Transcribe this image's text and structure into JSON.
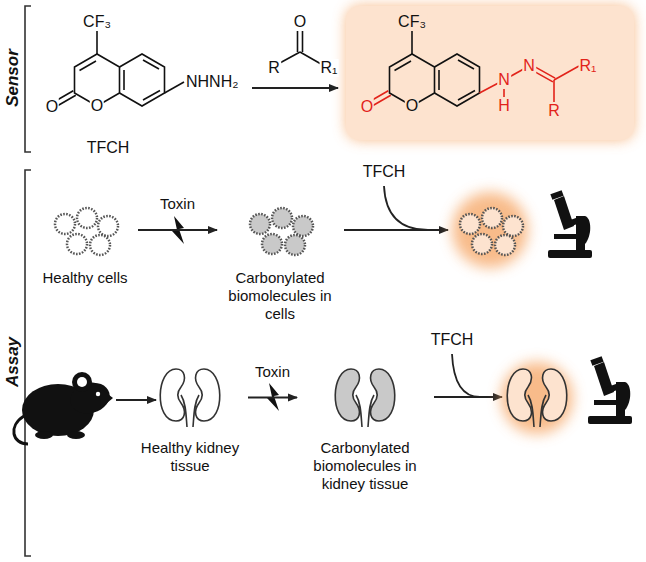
{
  "diagram": {
    "nodes": [
      {
        "text": [
          "Healthy cells"
        ]
      },
      {
        "text": [
          "Carbonylated biomolecules in cells"
        ]
      },
      {
        "text": [
          "Healthy kidney tissue"
        ]
      },
      {
        "text": [
          "Carbonylated biomolecules in kidney tissue"
        ]
      }
    ],
    "edges": [
      {
        "from": 0,
        "to": 1,
        "arrow": "to",
        "label": "Toxin"
      },
      {
        "from": 2,
        "to": 3,
        "arrow": "to",
        "label": "Toxin"
      }
    ],
    "labels": [
      "Sensor",
      "CF₃",
      "O",
      "O",
      "NHNH₂",
      "TFCH",
      "O",
      "R",
      "R₁",
      "CF₃",
      "N",
      "N",
      "R₁",
      "O",
      "H",
      "O",
      "R",
      "Assay",
      "TFCH",
      "TFCH"
    ]
  }
}
